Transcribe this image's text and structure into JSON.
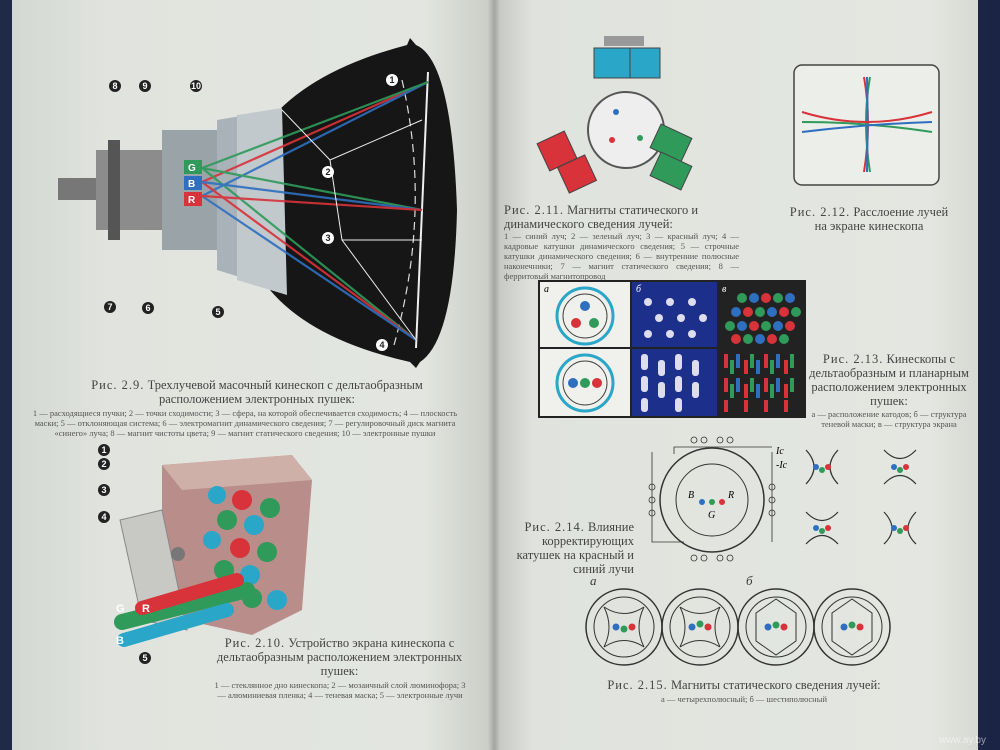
{
  "left_page": {
    "fig_2_9": {
      "caption_prefix": "Рис. 2.9.",
      "caption": "Трехлучевой масочный кинескоп с дельтаобразным расположением электронных пушек:",
      "legend": "1 — расходящиеся пучки; 2 — точки сходимости; 3 — сфера, на которой обеспечивается сходимость; 4 — плоскость маски; 5 — отклоняющая система; 6 — электромагнит динамического сведения; 7 — регулировочный диск магнита «синего» луча; 8 — магнит чистоты цвета; 9 — магнит статического сведения; 10 — электронные пушки",
      "gun_labels": [
        "G",
        "B",
        "R"
      ],
      "callouts": [
        "1",
        "2",
        "3",
        "4",
        "5",
        "6",
        "7",
        "8",
        "9",
        "10"
      ]
    },
    "fig_2_10": {
      "caption_prefix": "Рис. 2.10.",
      "caption": "Устройство экрана кинескопа с дельтаобразным расположением электронных пушек:",
      "legend": "1 — стеклянное дно кинескопа; 2 — мозаичный слой люминофора; 3 — алюминиевая пленка; 4 — теневая маска; 5 — электронные лучи",
      "beam_labels": [
        "G",
        "R",
        "B"
      ],
      "callouts": [
        "1",
        "2",
        "3",
        "4",
        "5"
      ]
    }
  },
  "right_page": {
    "fig_2_11": {
      "caption_prefix": "Рис. 2.11.",
      "caption": "Магниты статического и динамического сведения лучей:",
      "legend": "1 — синий луч; 2 — зеленый луч; 3 — красный луч; 4 — кадровые катушки динамического сведения; 5 — строчные катушки динамического сведения; 6 — внутренние полюсные наконечники; 7 — магнит статического сведения; 8 — ферритовый магнитопровод"
    },
    "fig_2_12": {
      "caption_prefix": "Рис. 2.12.",
      "caption": "Расслоение лучей на экране кинескопа"
    },
    "fig_2_13": {
      "caption_prefix": "Рис. 2.13.",
      "caption": "Кинескопы с дельтаобразным и планарным расположением электронных пушек:",
      "legend": "а — расположение катодов; б — структура теневой маски; в — структура экрана",
      "panel_labels": [
        "а",
        "б",
        "в"
      ]
    },
    "fig_2_14": {
      "caption_prefix": "Рис. 2.14.",
      "caption": "Влияние корректирующих катушек на красный и синий лучи",
      "labels": [
        "Iс",
        "-Iс",
        "B",
        "G",
        "R"
      ]
    },
    "fig_2_15": {
      "caption_prefix": "Рис. 2.15.",
      "caption": "Магниты статического сведения лучей:",
      "legend": "а — четырехполюсный; б — шестиполюсный",
      "group_labels": [
        "а",
        "б"
      ]
    }
  },
  "watermark": "www.ay.by",
  "colors": {
    "red": "#d8323a",
    "green": "#2f9a5a",
    "blue": "#2f6fc0",
    "cyan": "#2aa6c8",
    "page": "#e2e5df",
    "cover": "#2a3658"
  }
}
